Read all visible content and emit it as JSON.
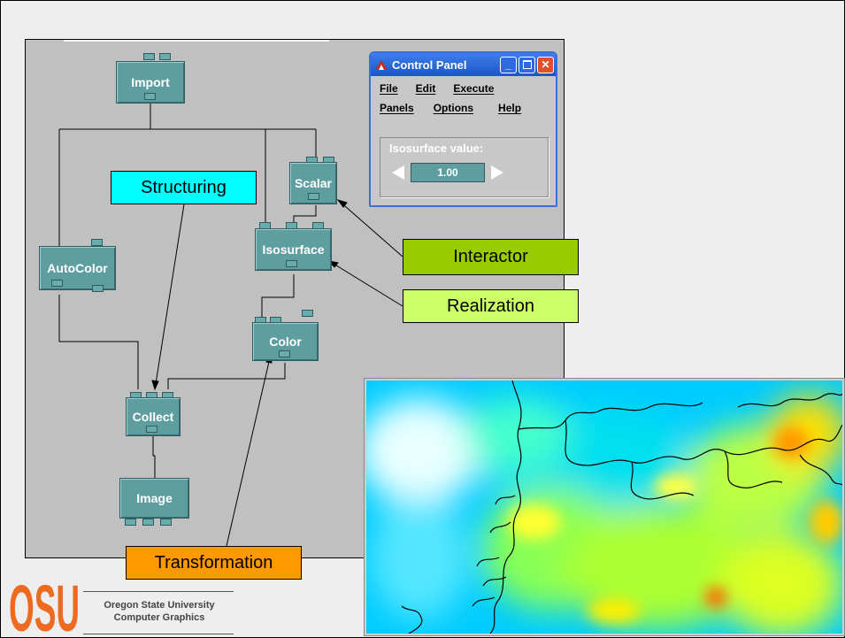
{
  "labels": {
    "structuring": "Structuring",
    "interactor": "Interactor",
    "realization": "Realization",
    "transformation": "Transformation"
  },
  "modules": {
    "import": "Import",
    "scalar": "Scalar",
    "autocolor": "AutoColor",
    "isosurface": "Isosurface",
    "color": "Color",
    "collect": "Collect",
    "image": "Image"
  },
  "control_panel": {
    "title": "Control Panel",
    "menu": [
      "File",
      "Edit",
      "Execute",
      "Panels",
      "Options",
      "Help"
    ],
    "group_title": "Isosurface value:",
    "value": "1.00"
  },
  "footer": {
    "logo": "OSU",
    "line1": "Oregon State University",
    "line2": "Computer Graphics"
  },
  "colors": {
    "structuring_bg": "#00ffff",
    "interactor_bg": "#99cc00",
    "realization_bg": "#ccff66",
    "transformation_bg": "#ff9900",
    "module": "#5f9ea0",
    "osu_orange": "#ee6a1f"
  }
}
